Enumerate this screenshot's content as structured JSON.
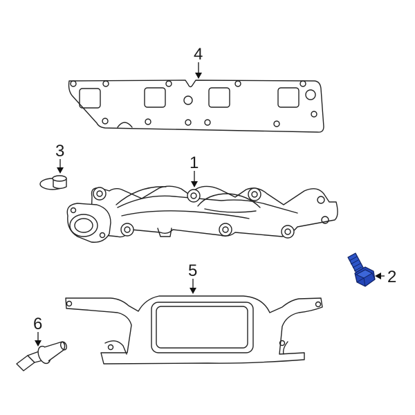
{
  "diagram": {
    "callouts": [
      {
        "id": "1",
        "label": "1"
      },
      {
        "id": "2",
        "label": "2"
      },
      {
        "id": "3",
        "label": "3"
      },
      {
        "id": "4",
        "label": "4"
      },
      {
        "id": "5",
        "label": "5"
      },
      {
        "id": "6",
        "label": "6"
      }
    ],
    "highlight_color": "#2446b8"
  }
}
